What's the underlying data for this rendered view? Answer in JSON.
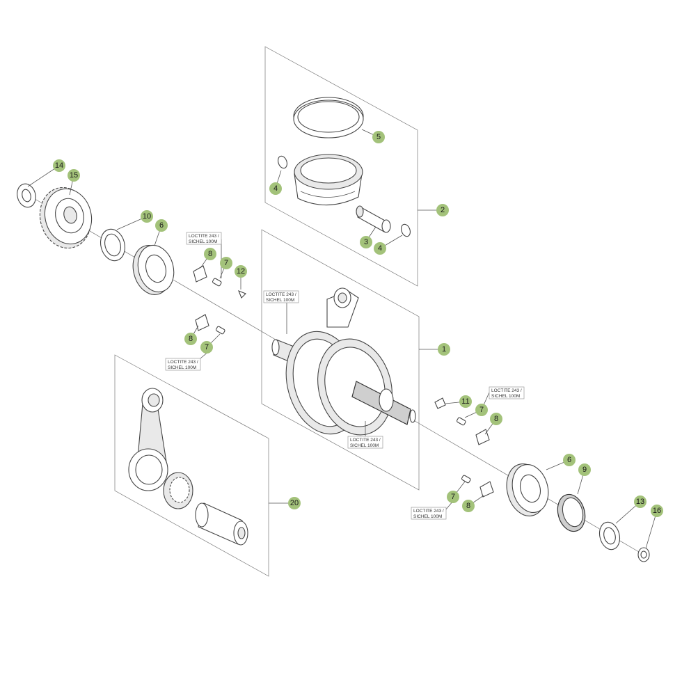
{
  "callouts": [
    "1",
    "2",
    "3",
    "4",
    "5",
    "6",
    "7",
    "8",
    "9",
    "10",
    "11",
    "12",
    "13",
    "14",
    "15",
    "16",
    "20"
  ],
  "notes": {
    "line1": "LOCTITE 243 /",
    "line2": "SICHEL 100M"
  },
  "colors": {
    "callout_fill": "#a3c27a",
    "line": "#555555",
    "background": "#ffffff"
  }
}
